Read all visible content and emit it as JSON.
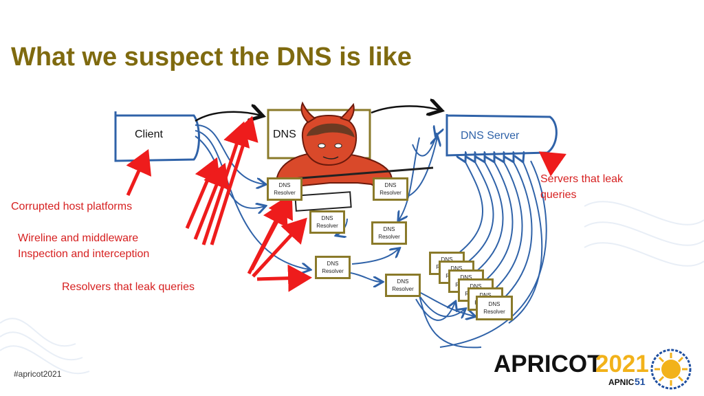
{
  "title": "What we suspect the DNS is like",
  "nodes": {
    "client": "Client",
    "dns_partial": "DNS",
    "dns_server": "DNS Server",
    "resolver_line1": "DNS",
    "resolver_line2": "Resolver"
  },
  "labels": {
    "corrupted": "Corrupted host platforms",
    "wireline": "Wireline and middleware\nInspection and interception",
    "resolvers_leak": "Resolvers that leak queries",
    "servers_leak": "Servers that leak\nqueries"
  },
  "footer": {
    "hashtag": "#apricot2021",
    "logo_main": "APRICOT",
    "logo_year": "2021",
    "logo_sub": "APNIC",
    "logo_num": "51"
  },
  "colors": {
    "title": "#7f6a0f",
    "red": "#d62020",
    "blue": "#2f62a8",
    "resolver_border": "#8a7a2a",
    "devil": "#d9492a"
  }
}
